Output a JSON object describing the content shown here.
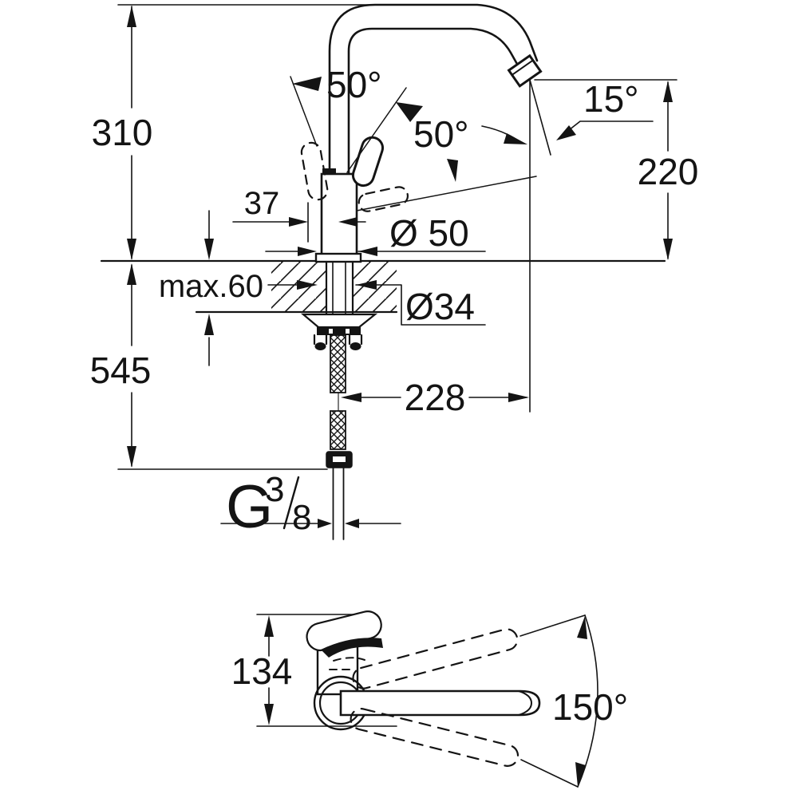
{
  "drawing": {
    "title": "faucet-dimension-drawing",
    "front_view": {
      "dim_height_above": "310",
      "dim_handle_offset": "37",
      "dim_counter_thickness": "max.60",
      "dim_height_below": "545",
      "dim_base_diameter": "Ø 50",
      "dim_shank_diameter": "Ø34",
      "dim_handle_angle_left": "50°",
      "dim_handle_angle_right": "50°",
      "dim_outlet_angle": "15°",
      "dim_outlet_height": "220",
      "dim_projection": "228",
      "thread_letter": "G",
      "thread_numerator": "3",
      "thread_denominator": "8"
    },
    "top_view": {
      "dim_body_length": "134",
      "dim_swivel_angle": "150°"
    },
    "colors": {
      "line": "#141414",
      "background": "#ffffff"
    }
  }
}
